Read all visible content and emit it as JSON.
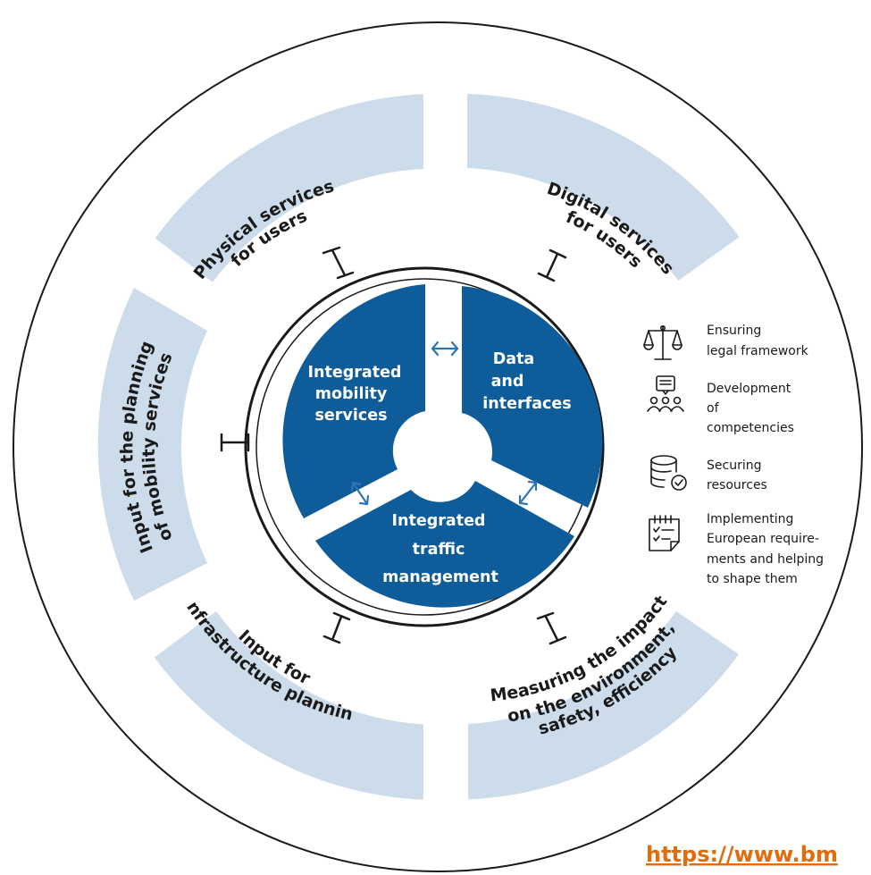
{
  "outer_segments": [
    {
      "lines": [
        "Physical services",
        "for users"
      ]
    },
    {
      "lines": [
        "Digital services",
        "for users"
      ]
    },
    {
      "lines": [
        "Input for the planning",
        "of mobility services"
      ]
    },
    {
      "lines": [
        "Input for",
        "infrastructure planning"
      ]
    },
    {
      "lines": [
        "Measuring the impact",
        "on the environment,",
        "safety, efficiency"
      ]
    }
  ],
  "core_segments": [
    {
      "lines": [
        "Integrated",
        "mobility",
        "services"
      ]
    },
    {
      "lines": [
        "Data",
        "and",
        "interfaces"
      ]
    },
    {
      "lines": [
        "Integrated",
        "traffic",
        "management"
      ]
    }
  ],
  "legend": [
    {
      "icon": "scales-icon",
      "lines": [
        "Ensuring",
        "legal framework"
      ]
    },
    {
      "icon": "people-icon",
      "lines": [
        "Development",
        "of",
        "competencies"
      ]
    },
    {
      "icon": "database-icon",
      "lines": [
        "Securing",
        "resources"
      ]
    },
    {
      "icon": "checklist-icon",
      "lines": [
        "Implementing",
        "European require-",
        "ments and helping",
        "to shape them"
      ]
    }
  ],
  "source_link": "https://www.bm",
  "colors": {
    "segment_fill": "#cddcea",
    "core_fill": "#0e5c99",
    "arrow_blue": "#2e75b6",
    "link": "#e36c0a",
    "outline": "#1a1a1a"
  }
}
